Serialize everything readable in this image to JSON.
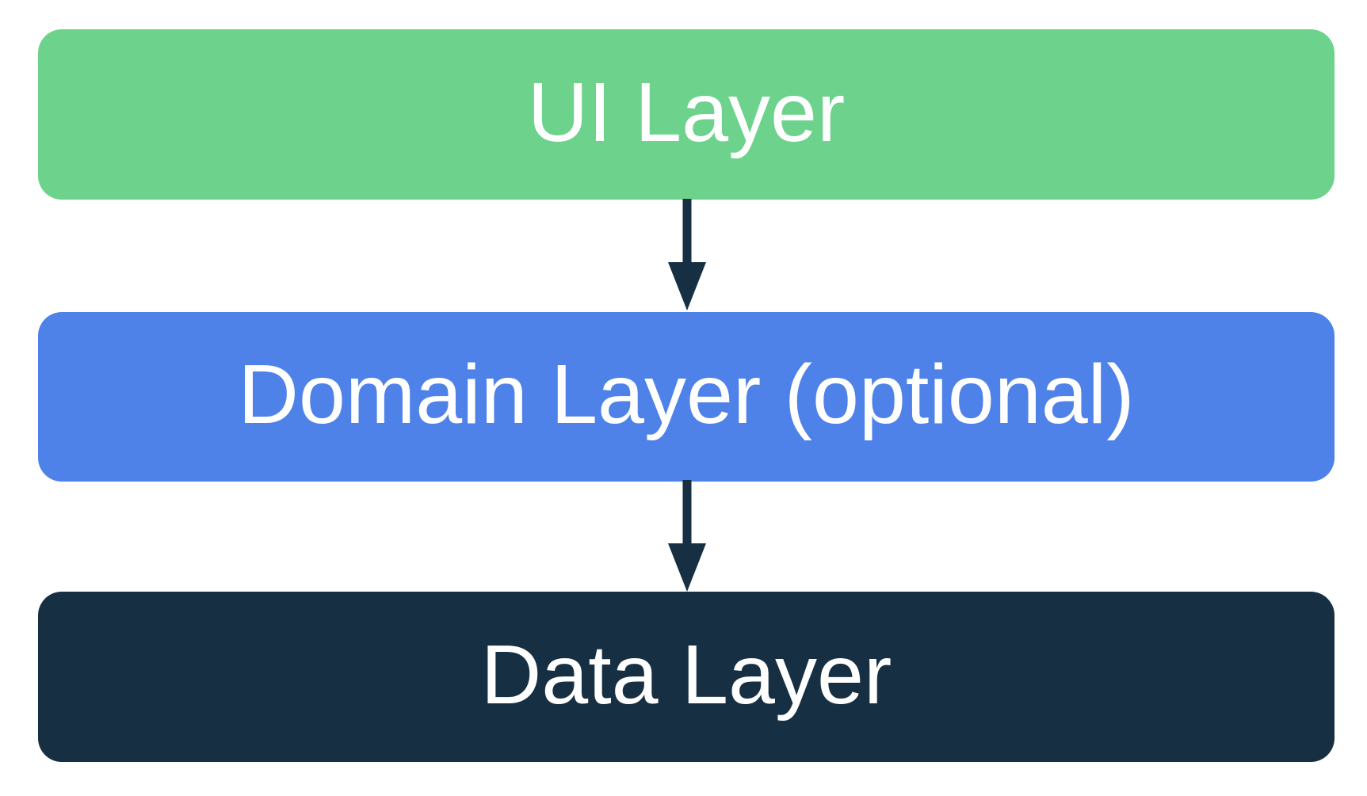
{
  "diagram": {
    "background_color": "#ffffff",
    "arrow_color": "#172f43",
    "layers": [
      {
        "id": "ui",
        "label": "UI Layer",
        "box_color": "#6dd38c",
        "text_color": "#ffffff"
      },
      {
        "id": "domain",
        "label": "Domain Layer (optional)",
        "box_color": "#4e82e9",
        "text_color": "#ffffff"
      },
      {
        "id": "data",
        "label": "Data Layer",
        "box_color": "#172f43",
        "text_color": "#ffffff"
      }
    ],
    "connections": [
      {
        "from": "ui",
        "to": "domain",
        "direction": "down"
      },
      {
        "from": "domain",
        "to": "data",
        "direction": "down"
      }
    ]
  }
}
